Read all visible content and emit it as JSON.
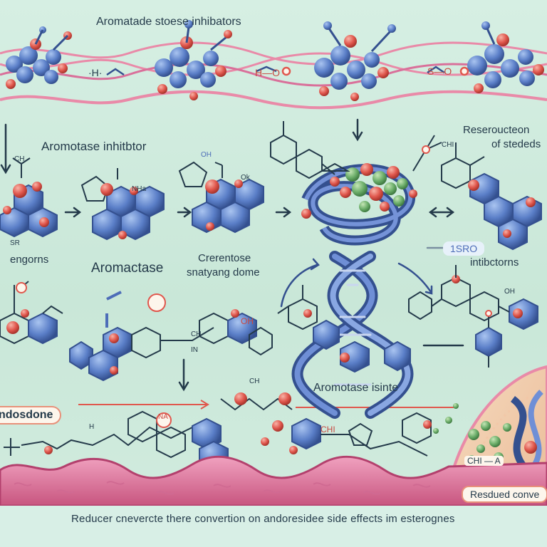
{
  "labels": {
    "top_title": "Aromatade stoese inhibators",
    "top_h": "·H·",
    "top_hoo": "H—O",
    "top_so": "S—O",
    "inhibitor_title": "Aromotase inhitbtor",
    "engorns": "engorns",
    "aromactase": "Aromactase",
    "crerentose": "Crerentose",
    "snatyang": "snatyang dome",
    "reseroucteon": "Reseroucteon",
    "of_stededs": "of stededs",
    "isro": "1SRO",
    "intibctorns": "intibctorns",
    "aromotase_isinte": "Aromotase isinte",
    "andosdone": "ndosdone",
    "resdued": "Resdued conve",
    "bottom_caption": "Reducer cnevercte there convertion on andoresidee side effects im esterognes",
    "chem_oh": "OH",
    "chem_ch": "CH",
    "chem_chi": "CHI",
    "chem_sr": "SR",
    "chem_ok": "Ok",
    "chem_nha": "NHa",
    "chem_oh2": "OH",
    "chem_ch2": "CH",
    "chem_in": "IN",
    "chem_ch3": "CH",
    "chem_na": "NA",
    "chem_h": "H",
    "chem_oh3": "OH",
    "chem_chi2": "CHI",
    "chem_chi3": "CHI — A"
  },
  "colors": {
    "background": "#cfe9dc",
    "blue_atom": "#5b7fc8",
    "red_atom": "#e0574d",
    "green_atom": "#6cae6a",
    "pink_band": "#e98aa8",
    "dna_blue": "#4d6db8",
    "text_dark": "#243a4a"
  }
}
